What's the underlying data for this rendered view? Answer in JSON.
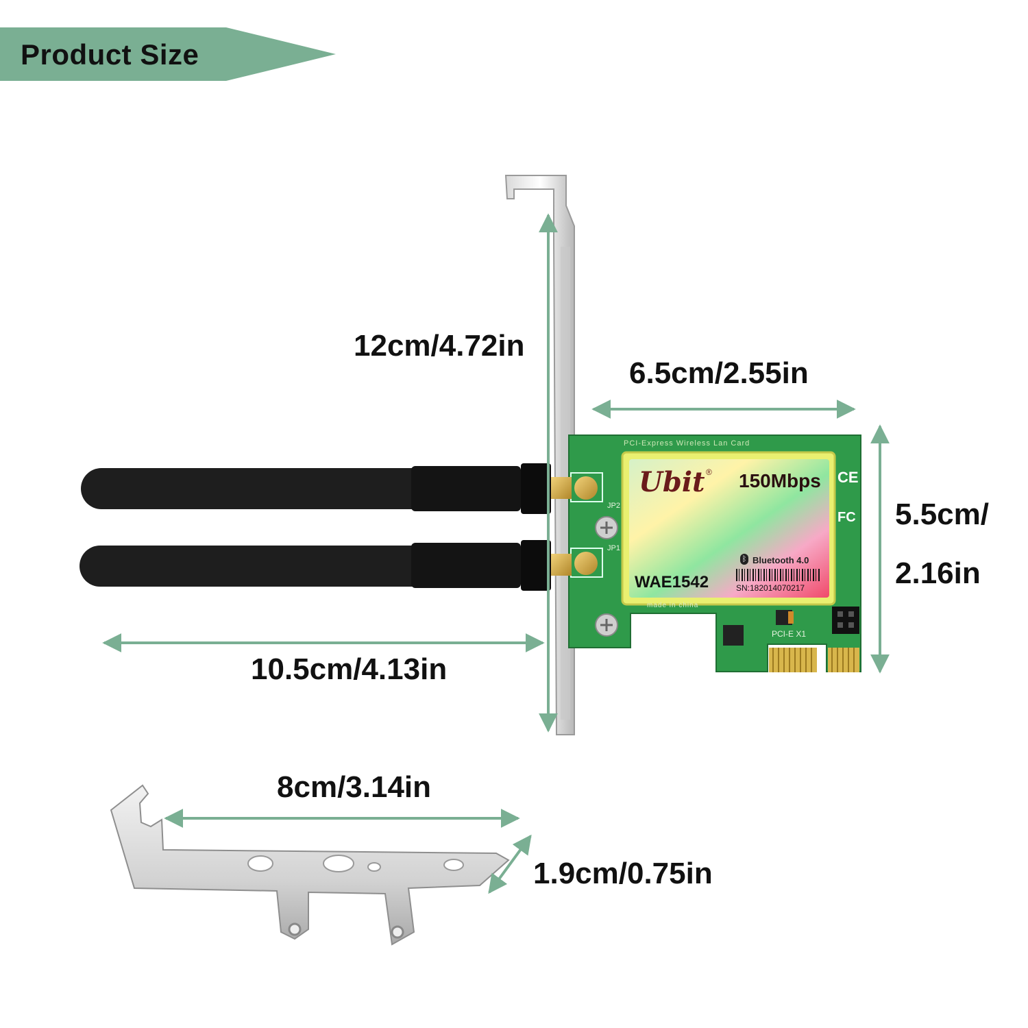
{
  "header": {
    "title": "Product Size",
    "color": "#7aaf93"
  },
  "dimensions": {
    "bracket_height": "12cm/4.72in",
    "card_width": "6.5cm/2.55in",
    "card_height_line1": "5.5cm/",
    "card_height_line2": "2.16in",
    "antenna_length": "10.5cm/4.13in",
    "low_bracket_length": "8cm/3.14in",
    "low_bracket_height": "1.9cm/0.75in"
  },
  "card": {
    "brand": "Ubit",
    "registered": "®",
    "speed": "150Mbps",
    "model": "WAE1542",
    "bluetooth": "Bluetooth 4.0",
    "serial": "SN:182014070217",
    "pcb_label": "PCI-Express Wireless Lan Card",
    "made_in": "made in china",
    "slot_label": "PCI-E X1",
    "cert_ce": "CE",
    "cert_fc": "FC",
    "jp1": "JP1",
    "jp2": "JP2"
  },
  "colors": {
    "arrow": "#7aaf93",
    "pcb": "#2f9a4a",
    "text": "#111111"
  }
}
